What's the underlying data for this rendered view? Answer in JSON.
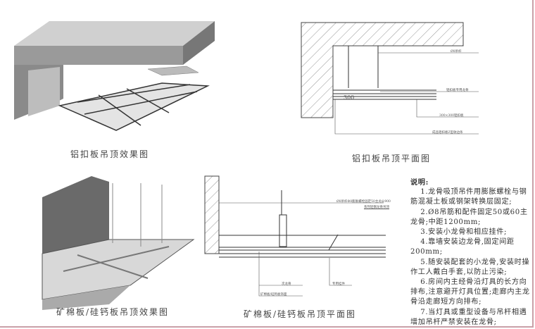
{
  "captions": {
    "aluminum_render": "铝扣板吊顶效果图",
    "aluminum_plan": "铝扣板吊顶平面图",
    "mineral_render": "矿棉板/硅钙板吊顶效果图",
    "mineral_plan": "矿棉板/硅钙板吊顶平面图"
  },
  "aluminum_plan_labels": {
    "rod": "Ø8吊杆",
    "keel": "铝扣板专用龙骨",
    "panel": "300×300铝扣板",
    "edge": "成品铝扣板Z型收边条",
    "dimension": "300"
  },
  "mineral_plan_labels": {
    "rod": "Ø8吊杆Φ8膨胀螺栓固定50主龙@900",
    "system": "系列轻钢龙骨吊顶",
    "secondary": "次龙骨",
    "finish": "矿棉板/硅钙板饰面",
    "hanger": "专用挂件"
  },
  "notes": {
    "title": "说明:",
    "items": [
      "1.龙骨吸顶吊件用膨胀螺栓与钢筋混凝土板或钢架转换层固定;",
      "2.Ø8吊筋和配件固定50或60主龙骨;中距1200mm;",
      "3.安装小龙骨和相应挂件;",
      "4.靠墙安装边龙骨,固定间距200mm;",
      "5.随安装配套的小龙骨,安装时操作工人戴白手套,以防止污染;",
      "6.房间内主经骨沿灯具的长方向排布,注意避开灯具位置;走廊内主龙骨沿走廊短方向排布;",
      "7.当灯具或重型设备与吊杆相遇增加吊杆严禁安装在龙骨;"
    ]
  }
}
